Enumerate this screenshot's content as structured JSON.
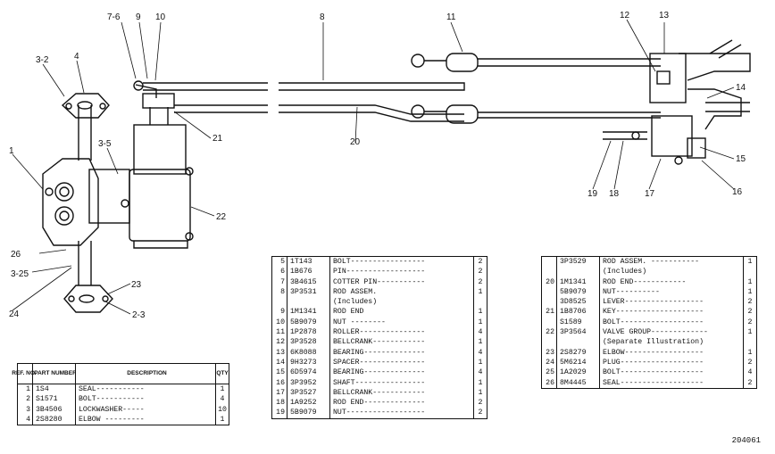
{
  "figure_number": "204061",
  "callouts": [
    "1",
    "3-2",
    "4",
    "7-6",
    "9",
    "10",
    "8",
    "11",
    "12",
    "13",
    "3-5",
    "21",
    "20",
    "14",
    "15",
    "16",
    "17",
    "18",
    "19",
    "22",
    "26",
    "3-25",
    "23",
    "24",
    "2-3"
  ],
  "table_headers": {
    "ref": "REF. NO.",
    "part": "PART NUMBER",
    "desc": "DESCRIPTION",
    "qty": "QTY"
  },
  "parts_table_1": [
    {
      "ref": "1",
      "part": "1S4",
      "desc": "SEAL-----------",
      "qty": "1"
    },
    {
      "ref": "2",
      "part": "S1571",
      "desc": "BOLT-----------",
      "qty": "4"
    },
    {
      "ref": "3",
      "part": "3B4506",
      "desc": "LOCKWASHER-----",
      "qty": "10"
    },
    {
      "ref": "4",
      "part": "2S8280",
      "desc": "ELBOW  ---------",
      "qty": "1"
    }
  ],
  "parts_table_2": [
    {
      "ref": "5",
      "part": "1T143",
      "desc": "BOLT-----------------",
      "qty": "2"
    },
    {
      "ref": "6",
      "part": "1B676",
      "desc": "PIN------------------",
      "qty": "2"
    },
    {
      "ref": "7",
      "part": "3B4615",
      "desc": "COTTER PIN-----------",
      "qty": "2"
    },
    {
      "ref": "8",
      "part": "3P3531",
      "desc": "ROD ASSEM.",
      "qty": "1"
    },
    {
      "ref": "",
      "part": "",
      "desc": "  (Includes)",
      "qty": ""
    },
    {
      "ref": "9",
      "part": "1M1341",
      "desc": "  ROD END",
      "qty": "1"
    },
    {
      "ref": "10",
      "part": "5B9079",
      "desc": "     NUT  --------",
      "qty": "1"
    },
    {
      "ref": "11",
      "part": "1P2878",
      "desc": "ROLLER---------------",
      "qty": "4"
    },
    {
      "ref": "12",
      "part": "3P3528",
      "desc": "BELLCRANK------------",
      "qty": "1"
    },
    {
      "ref": "13",
      "part": "6K8088",
      "desc": "BEARING--------------",
      "qty": "4"
    },
    {
      "ref": "14",
      "part": "9H3273",
      "desc": "SPACER---------------",
      "qty": "1"
    },
    {
      "ref": "15",
      "part": "6D5974",
      "desc": "BEARING--------------",
      "qty": "4"
    },
    {
      "ref": "16",
      "part": "3P3952",
      "desc": "SHAFT----------------",
      "qty": "1"
    },
    {
      "ref": "17",
      "part": "3P3527",
      "desc": "BELLCRANK------------",
      "qty": "1"
    },
    {
      "ref": "18",
      "part": "1A9252",
      "desc": "ROD END--------------",
      "qty": "2"
    },
    {
      "ref": "19",
      "part": "5B9079",
      "desc": "NUT------------------",
      "qty": "2"
    }
  ],
  "parts_table_3": [
    {
      "ref": "",
      "part": "3P3529",
      "desc": "ROD ASSEM.  -----------",
      "qty": "1"
    },
    {
      "ref": "",
      "part": "",
      "desc": "  (Includes)",
      "qty": ""
    },
    {
      "ref": "20",
      "part": "1M1341",
      "desc": "  ROD END------------",
      "qty": "1"
    },
    {
      "ref": "",
      "part": "5B9079",
      "desc": "     NUT----------",
      "qty": "1"
    },
    {
      "ref": "",
      "part": "3D8525",
      "desc": "LEVER------------------",
      "qty": "2"
    },
    {
      "ref": "21",
      "part": "1B8706",
      "desc": "KEY--------------------",
      "qty": "2"
    },
    {
      "ref": "",
      "part": "S1589",
      "desc": "BOLT-------------------",
      "qty": "2"
    },
    {
      "ref": "22",
      "part": "3P3564",
      "desc": "VALVE GROUP-------------",
      "qty": "1"
    },
    {
      "ref": "",
      "part": "",
      "desc": "  (Separate Illustration)",
      "qty": ""
    },
    {
      "ref": "23",
      "part": "2S8279",
      "desc": "ELBOW------------------",
      "qty": "1"
    },
    {
      "ref": "24",
      "part": "5M6214",
      "desc": "PLUG-------------------",
      "qty": "2"
    },
    {
      "ref": "25",
      "part": "1A2029",
      "desc": "BOLT-------------------",
      "qty": "4"
    },
    {
      "ref": "26",
      "part": "8M4445",
      "desc": "SEAL-------------------",
      "qty": "2"
    }
  ]
}
